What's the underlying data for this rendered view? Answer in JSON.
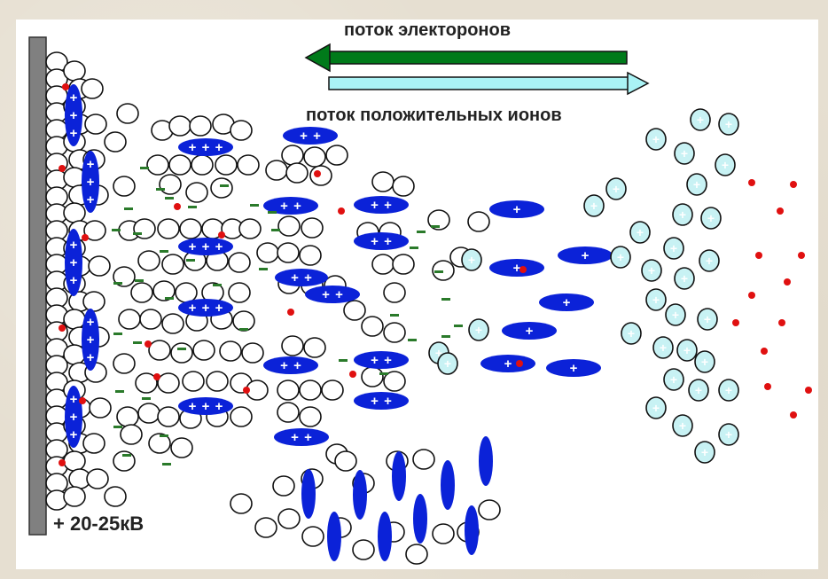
{
  "labels": {
    "electron_flow": "поток электоронов",
    "ion_flow": "поток положительных ионов",
    "voltage": "+ 20-25кВ"
  },
  "colors": {
    "electrode": "#808080",
    "electron_arrow": "#007a1a",
    "ion_arrow": "#aaf3f5",
    "molecule_ion": "#0b22d8",
    "electron_dot": "#e01010",
    "negative_ion_dash": "#2a7a2a",
    "positive_ion_fill": "#c8f2f4"
  }
}
